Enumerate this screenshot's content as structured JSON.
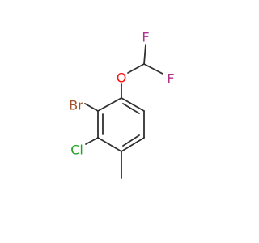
{
  "molecule": {
    "atoms": {
      "bromine": {
        "symbol": "Br",
        "color": "#a0522d"
      },
      "chlorine": {
        "symbol": "Cl",
        "color": "#1fa01f"
      },
      "oxygen": {
        "symbol": "O",
        "color": "#ff0d0d"
      },
      "fluorine_top": {
        "symbol": "F",
        "color": "#b0308f"
      },
      "fluorine_right": {
        "symbol": "F",
        "color": "#b0308f"
      }
    },
    "bond_color": "#303030",
    "background": "#ffffff"
  }
}
